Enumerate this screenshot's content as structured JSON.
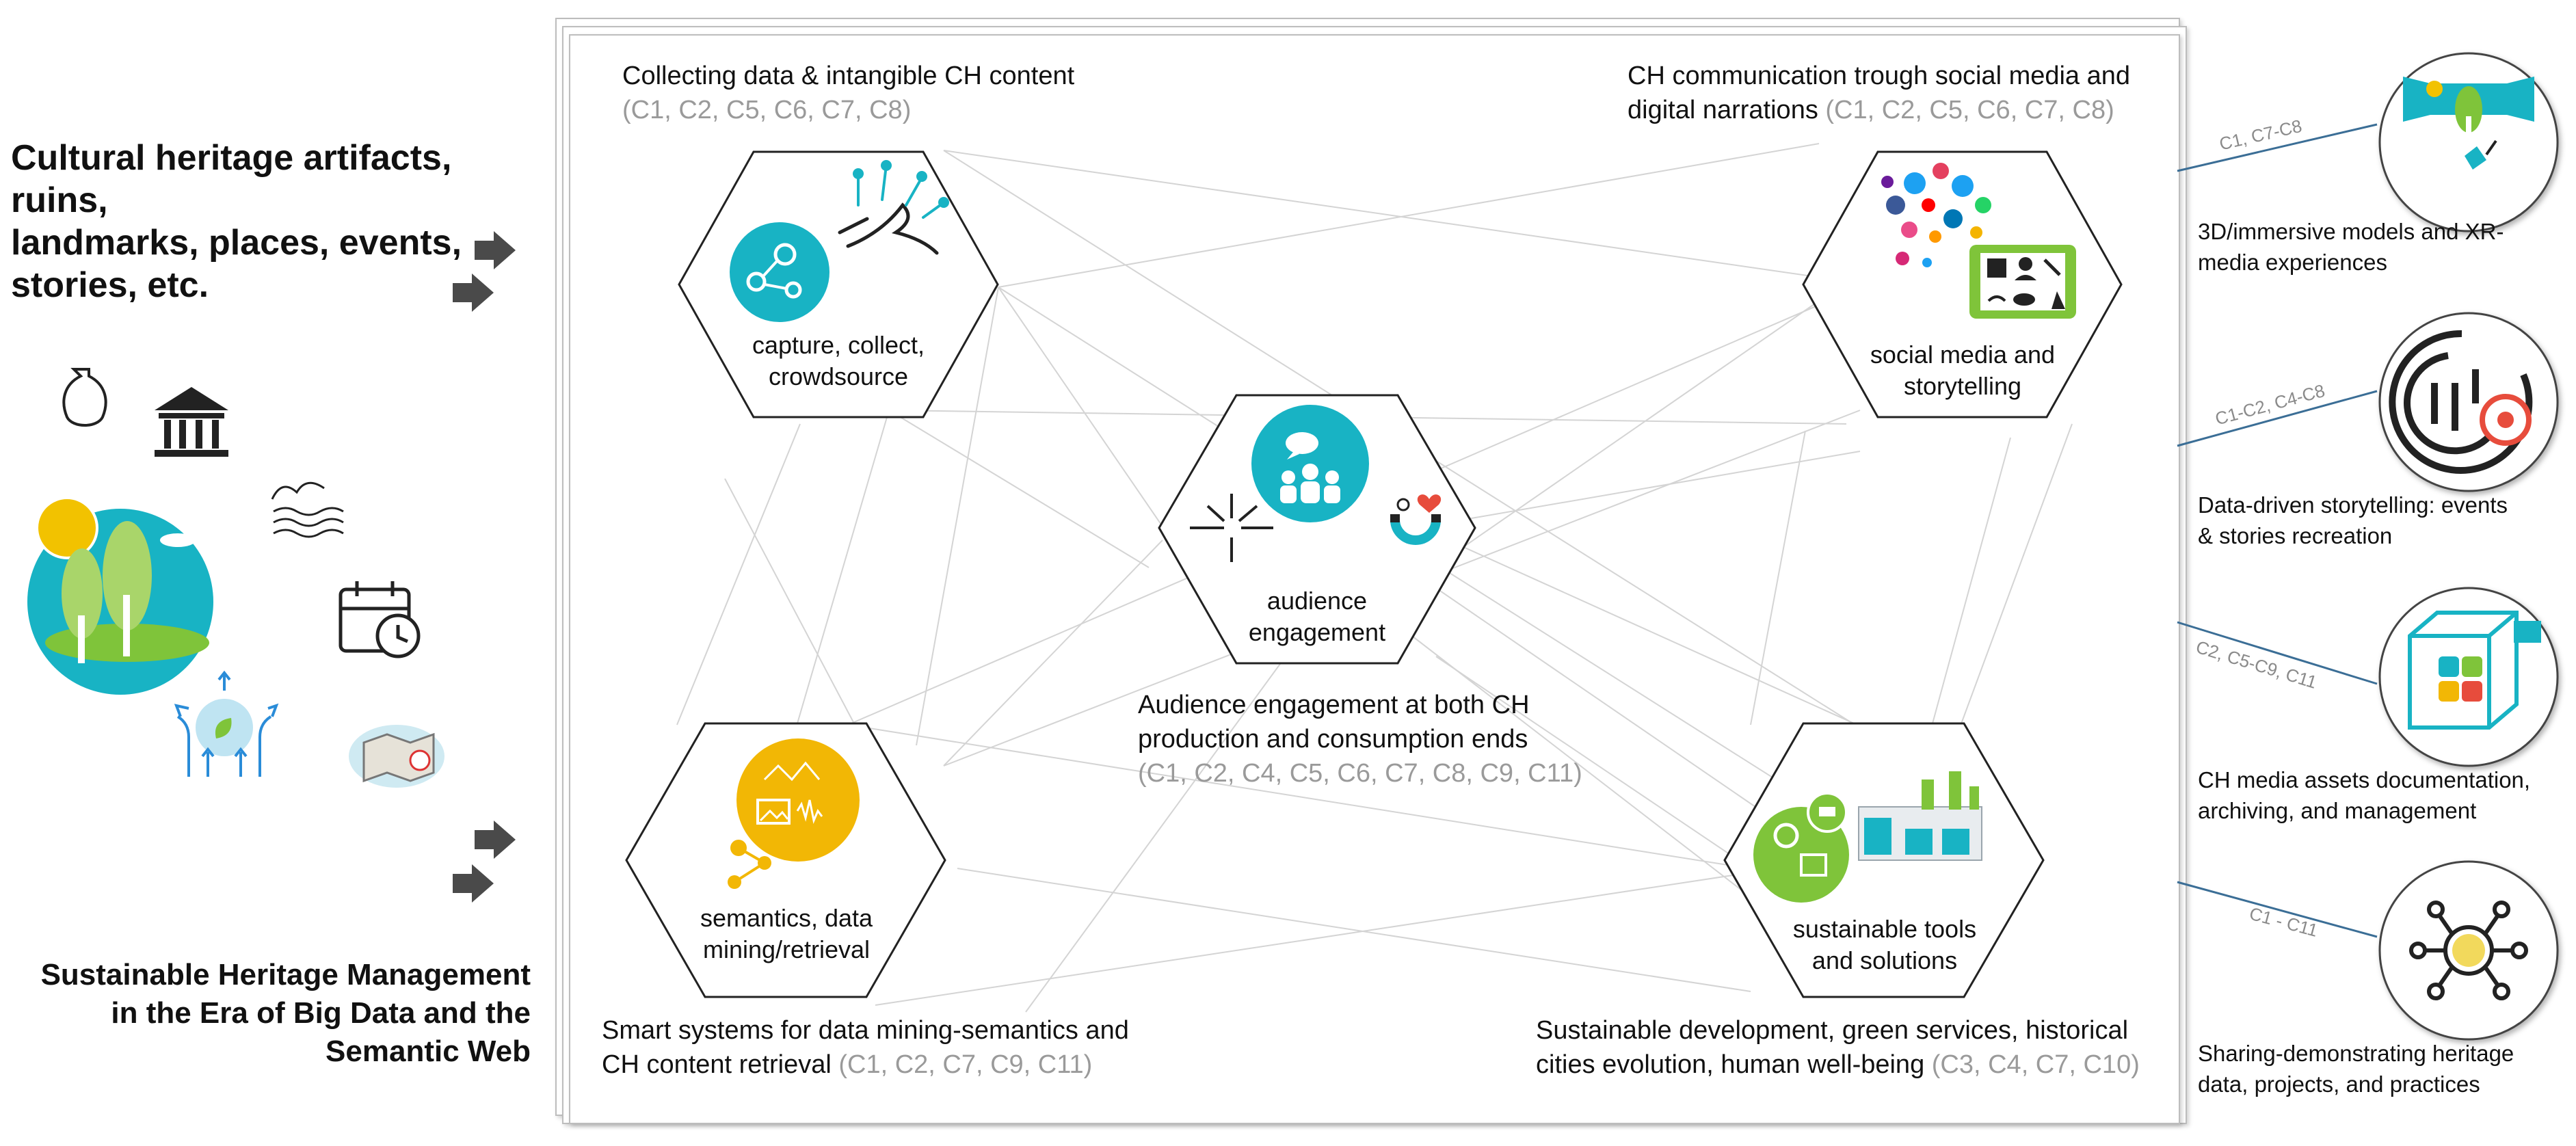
{
  "left": {
    "title_lines": [
      "Cultural heritage artifacts, ruins,",
      "landmarks, places, events,",
      "stories, etc."
    ],
    "subtitle_lines": [
      "Sustainable Heritage Management",
      "in the Era of Big Data and the",
      "Semantic Web"
    ]
  },
  "quadrants": {
    "top_left": {
      "title": "Collecting data & intangible CH content",
      "codes": "(C1, C2, C5, C6, C7, C8)"
    },
    "top_right": {
      "title_line1": "CH communication trough social media and",
      "title_line2": "digital narrations",
      "codes": "(C1, C2, C5, C6, C7, C8)"
    },
    "center": {
      "title_line1": "Audience engagement at both CH",
      "title_line2": "production and consumption ends",
      "codes": "(C1, C2, C4, C5, C6, C7, C8, C9, C11)"
    },
    "bottom_left": {
      "title_line1": "Smart systems for data mining-semantics and",
      "title_line2": "CH content retrieval",
      "codes": "(C1, C2, C7, C9, C11)"
    },
    "bottom_right": {
      "title_line1": "Sustainable development, green services, historical",
      "title_line2": "cities evolution, human well-being",
      "codes": "(C3, C4, C7, C10)"
    }
  },
  "hexagons": {
    "capture": {
      "line1": "capture, collect,",
      "line2": "crowdsource"
    },
    "social": {
      "line1": "social media and",
      "line2": "storytelling"
    },
    "audience": {
      "line1": "audience",
      "line2": "engagement"
    },
    "semantics": {
      "line1": "semantics, data",
      "line2": "mining/retrieval"
    },
    "sustainable": {
      "line1": "sustainable tools",
      "line2": "and solutions"
    }
  },
  "outputs": [
    {
      "link": "C1, C7-C8",
      "line1": "3D/immersive models and XR-",
      "line2": "media experiences"
    },
    {
      "link": "C1-C2, C4-C8",
      "line1": "Data-driven storytelling: events",
      "line2": "& stories recreation"
    },
    {
      "link": "C2, C5-C9, C11",
      "line1": "CH media assets documentation,",
      "line2": "archiving, and management"
    },
    {
      "link": "C1 - C11",
      "line1": "Sharing-demonstrating heritage",
      "line2": "data, projects, and practices"
    }
  ],
  "icons": [
    "vase-icon",
    "temple-icon",
    "water-waves-icon",
    "calendar-clock-icon",
    "nature-scene-icon",
    "ecology-icon",
    "map-icon",
    "hand-network-icon",
    "molecule-icon",
    "speech-bubble-icon",
    "group-icon",
    "magnet-icon",
    "social-media-icon",
    "tablet-icon",
    "image-audio-icon",
    "gears-icon",
    "factory-icon",
    "vr-icon",
    "maze-eye-icon",
    "media-cube-icon",
    "hub-icon"
  ],
  "colors": {
    "teal": "#18b3c4",
    "gold": "#f2b705",
    "green": "#7fc43a",
    "code_gray": "#9a9a9a",
    "link_blue": "#3b6e96"
  }
}
